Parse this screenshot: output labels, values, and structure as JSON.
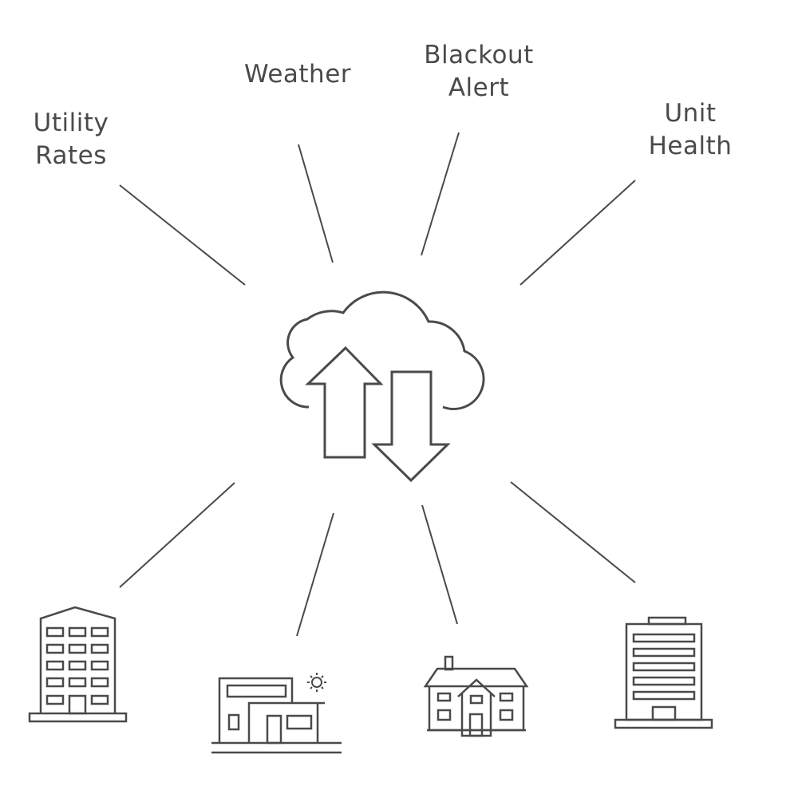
{
  "labels": {
    "utility_rates": {
      "line1": "Utility",
      "line2": "Rates"
    },
    "weather": {
      "line1": "Weather"
    },
    "blackout_alert": {
      "line1": "Blackout",
      "line2": "Alert"
    },
    "unit_health": {
      "line1": "Unit",
      "line2": "Health"
    }
  },
  "colors": {
    "stroke": "#4a4a4a",
    "background": "#ffffff"
  },
  "icons": [
    "cloud-sync-icon",
    "apartment-building-icon",
    "modern-house-icon",
    "sun-icon",
    "family-house-icon",
    "office-tower-icon"
  ]
}
